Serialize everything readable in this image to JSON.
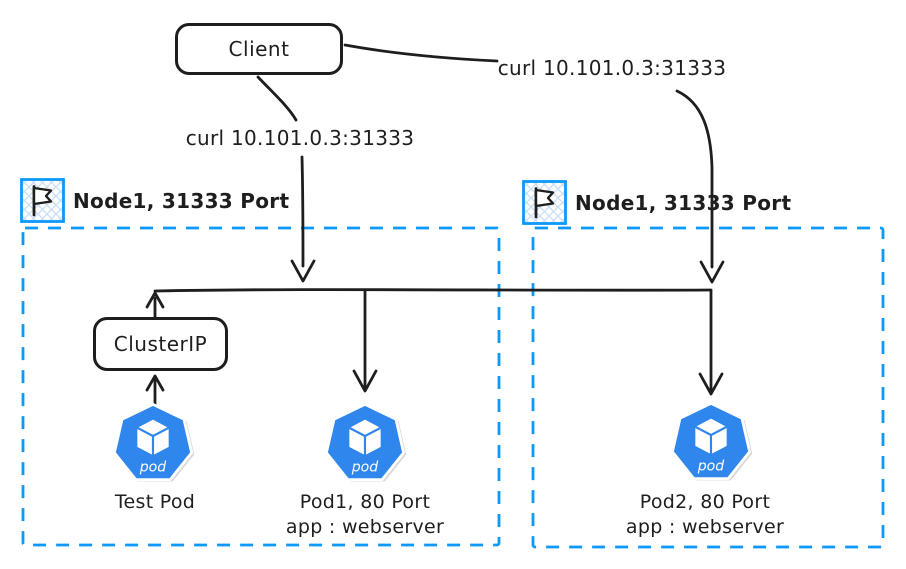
{
  "client": {
    "label": "Client"
  },
  "requests": {
    "left": {
      "label": "curl 10.101.0.3:31333"
    },
    "right": {
      "label": "curl 10.101.0.3:31333"
    }
  },
  "node1": {
    "label": "Node1, 31333 Port"
  },
  "node2": {
    "label": "Node1, 31333 Port"
  },
  "service": {
    "label": "ClusterIP"
  },
  "pods": {
    "test": {
      "name": "Test Pod"
    },
    "pod1": {
      "name": "Pod1, 80 Port",
      "detail": "app : webserver"
    },
    "pod2": {
      "name": "Pod2, 80 Port",
      "detail": "app : webserver"
    }
  },
  "pod_icon_label": "pod",
  "colors": {
    "stroke": "#1e1e1e",
    "node_border": "#0d99fa",
    "pod_fill": "#2f86ed",
    "hatch": "#c9def5"
  }
}
